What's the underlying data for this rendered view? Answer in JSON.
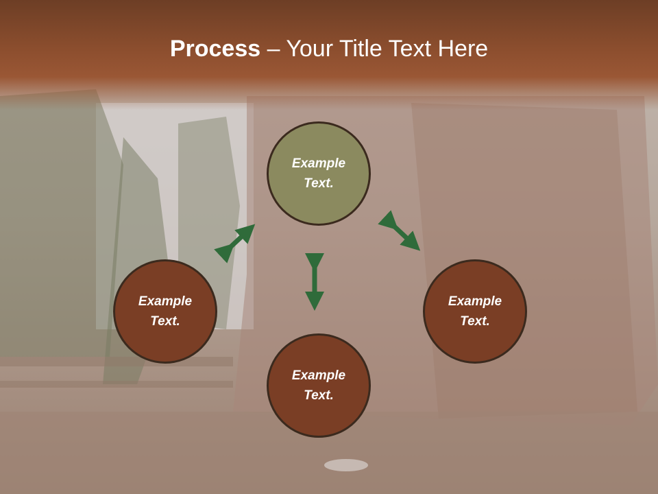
{
  "slide": {
    "title_bold": "Process",
    "title_rest": " – Your Title Text Here"
  },
  "nodes": {
    "top": "Example Text.",
    "left": "Example Text.",
    "right": "Example Text.",
    "bottom": "Example Text."
  },
  "colors": {
    "header": "#8c4e2e",
    "node_top": "#8b8a5f",
    "node_other": "#7a3e25",
    "arrow": "#2f6b3a"
  }
}
